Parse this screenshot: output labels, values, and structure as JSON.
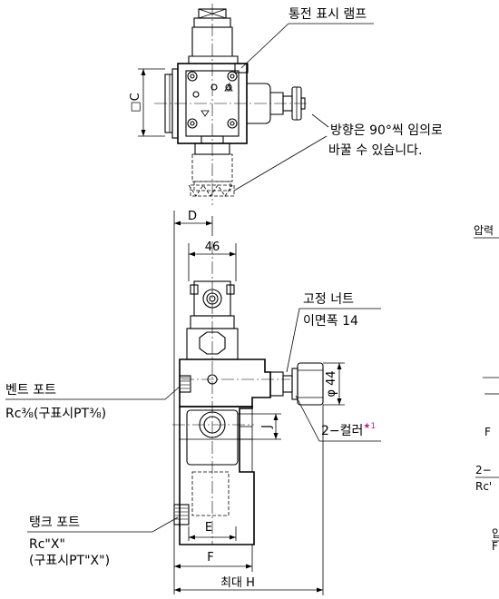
{
  "top_view": {
    "callout_lamp": "통전 표시 램프",
    "note_direction_line1": "방향은 90°씩 임의로",
    "note_direction_line2": "바꿀 수 있습니다.",
    "dim_c": "□C"
  },
  "front_view": {
    "dim_d": "D",
    "dim_46": "46",
    "fix_nut_label": "고정 너트",
    "fix_nut_sub": "이면폭 14",
    "dim_phi44": "φ 44",
    "vent_port_label": "벤트 포트",
    "vent_port_spec": "Rc⅜(구표시PT⅜)",
    "collar_label": "2−컬러",
    "collar_mark": "★1",
    "dim_j": "J",
    "tank_port_label": "탱크 포트",
    "tank_port_spec1": "Rc\"X\"",
    "tank_port_spec2": "(구표시PT\"X\")",
    "dim_e": "E",
    "dim_f": "F",
    "dim_h": "최대 H"
  },
  "clipped_right": {
    "t1": "압력",
    "t2": "F",
    "t3": "2−",
    "t4": "Rc'",
    "t5": "압",
    "t6": "F"
  }
}
